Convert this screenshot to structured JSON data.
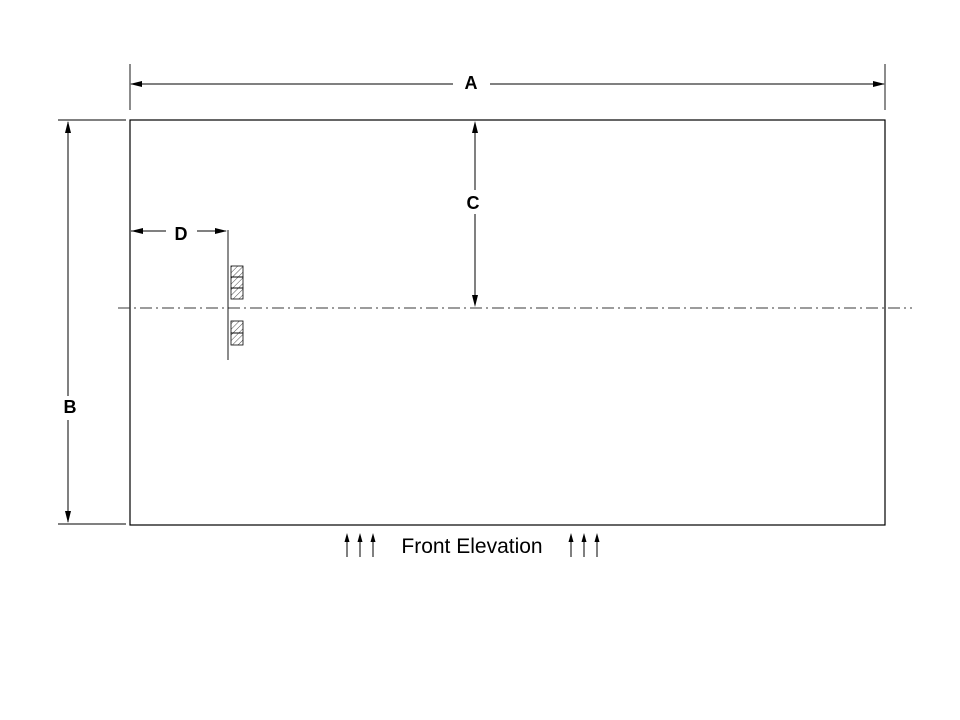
{
  "labels": {
    "a": "A",
    "b": "B",
    "c": "C",
    "d": "D"
  },
  "caption": "Front Elevation",
  "colors": {
    "line": "#000000",
    "centerline": "#3a3a3a",
    "background": "#ffffff"
  }
}
